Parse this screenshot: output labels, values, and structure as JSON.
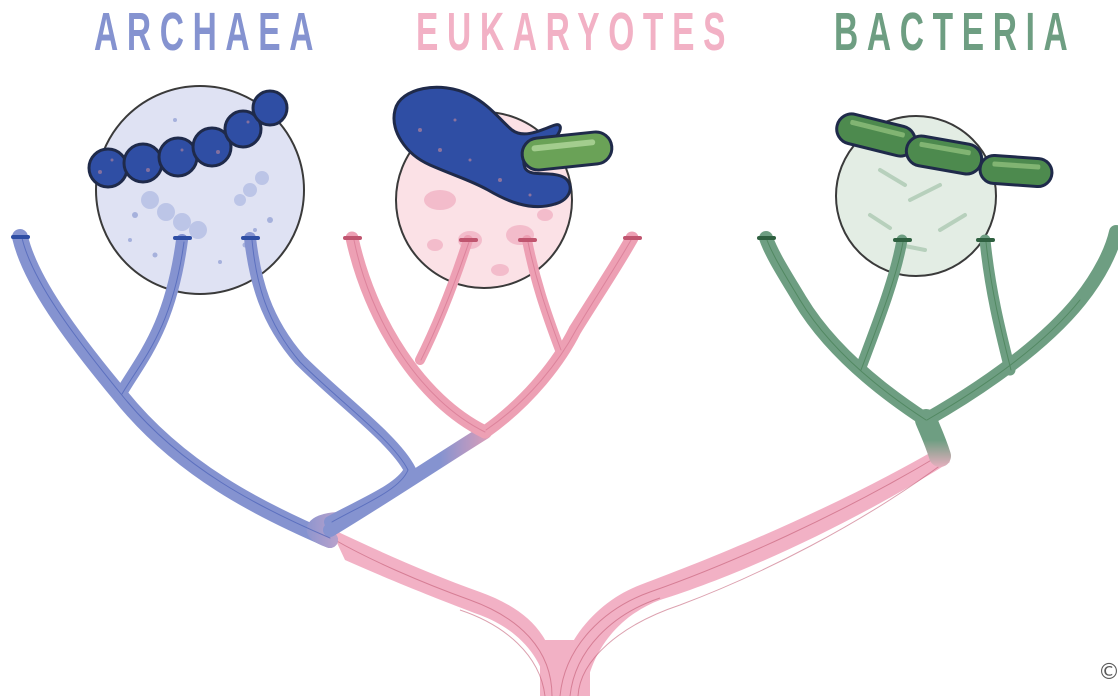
{
  "labels": {
    "archaea": "ARCHAEA",
    "eukaryotes": "EUKARYOTES",
    "bacteria": "BACTERIA"
  },
  "copyright": "©",
  "colors": {
    "archaea": "#8593d0",
    "archaea_dark": "#2f4ea4",
    "eukaryotes": "#f2b1c5",
    "eukaryotes_branch": "#eda0b4",
    "bacteria": "#6e9e82",
    "bacteria_dark": "#3f7a4c",
    "circle_archaea": "#dfe2f3",
    "circle_eukaryotes": "#fbe1e6",
    "circle_bacteria": "#e3ede4",
    "outline": "#3a3a3a"
  },
  "icons": {
    "archaea": "archaea-cell-chain-icon",
    "eukaryotes": "eukaryote-engulfing-bacterium-icon",
    "bacteria": "bacteria-rod-chain-icon"
  }
}
